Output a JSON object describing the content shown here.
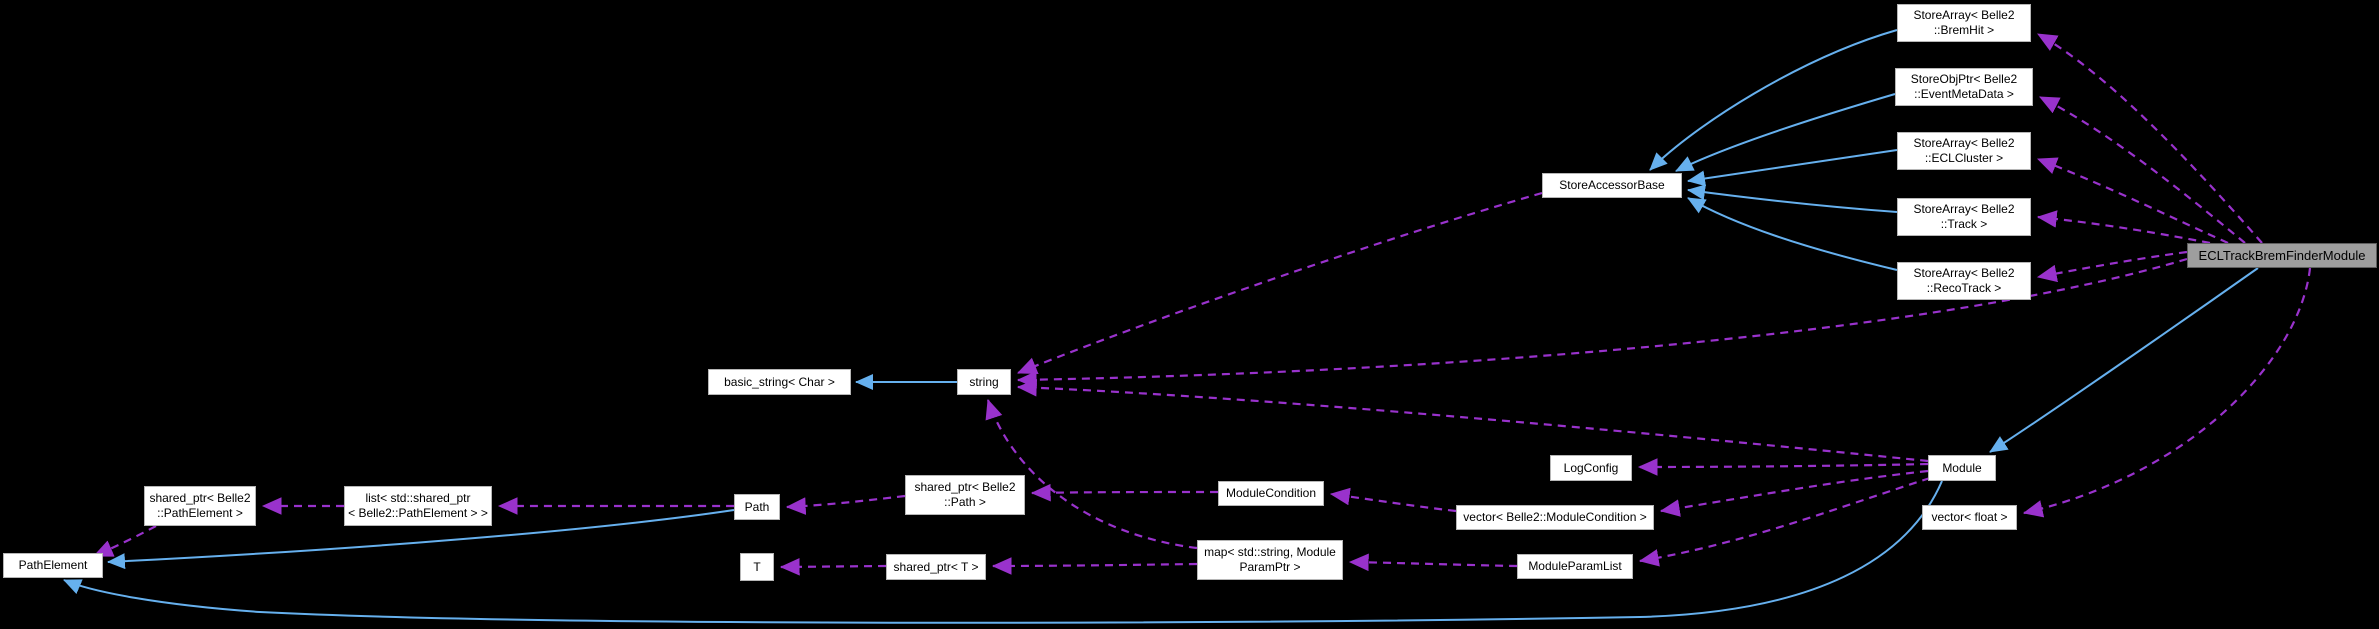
{
  "diagram": {
    "type": "doxygen-collaboration-graph",
    "main_class": "ECLTrackBremFinderModule",
    "colors": {
      "background": "#000000",
      "node_fill": "#ffffff",
      "node_border": "#b6b6b6",
      "main_node_fill": "#9e9e9e",
      "main_node_border": "#5f5f5f",
      "node_text": "#000000",
      "inheritance_edge": "#66b0ee",
      "usage_edge": "#9932cc"
    },
    "nodes": [
      {
        "id": "storearray-bremhit",
        "label": "StoreArray< Belle2\n::BremHit >"
      },
      {
        "id": "storeobjptr-eventmetadata",
        "label": "StoreObjPtr< Belle2\n::EventMetaData >"
      },
      {
        "id": "storearray-eclcluster",
        "label": "StoreArray< Belle2\n::ECLCluster >"
      },
      {
        "id": "storearray-track",
        "label": "StoreArray< Belle2\n::Track >"
      },
      {
        "id": "storearray-recotrack",
        "label": "StoreArray< Belle2\n::RecoTrack >"
      },
      {
        "id": "ecltrackbremfindermodule",
        "label": "ECLTrackBremFinderModule"
      },
      {
        "id": "storeaccessorbase",
        "label": "StoreAccessorBase"
      },
      {
        "id": "basic-string-char",
        "label": "basic_string< Char >"
      },
      {
        "id": "string",
        "label": "string"
      },
      {
        "id": "module",
        "label": "Module"
      },
      {
        "id": "vector-float",
        "label": "vector< float >"
      },
      {
        "id": "logconfig",
        "label": "LogConfig"
      },
      {
        "id": "vector-modulecondition",
        "label": "vector< Belle2::ModuleCondition >"
      },
      {
        "id": "moduleparamlist",
        "label": "ModuleParamList"
      },
      {
        "id": "modulecondition",
        "label": "ModuleCondition"
      },
      {
        "id": "map-string-moduleparamptr",
        "label": "map< std::string, Module\nParamPtr >"
      },
      {
        "id": "shared-ptr-belle2-path",
        "label": "shared_ptr< Belle2\n::Path >"
      },
      {
        "id": "path",
        "label": "Path"
      },
      {
        "id": "t",
        "label": "T"
      },
      {
        "id": "shared-ptr-t",
        "label": "shared_ptr< T >"
      },
      {
        "id": "pathelement",
        "label": "PathElement"
      },
      {
        "id": "shared-ptr-belle2-pathelement",
        "label": "shared_ptr< Belle2\n::PathElement >"
      },
      {
        "id": "list-shared-ptr-pathelement",
        "label": "list< std::shared_ptr\n< Belle2::PathElement > >"
      }
    ],
    "edges": [
      {
        "from": "storearray-bremhit",
        "to": "storeaccessorbase",
        "type": "inheritance"
      },
      {
        "from": "storeobjptr-eventmetadata",
        "to": "storeaccessorbase",
        "type": "inheritance"
      },
      {
        "from": "storearray-eclcluster",
        "to": "storeaccessorbase",
        "type": "inheritance"
      },
      {
        "from": "storearray-track",
        "to": "storeaccessorbase",
        "type": "inheritance"
      },
      {
        "from": "storearray-recotrack",
        "to": "storeaccessorbase",
        "type": "inheritance"
      },
      {
        "from": "string",
        "to": "basic-string-char",
        "type": "inheritance"
      },
      {
        "from": "ecltrackbremfindermodule",
        "to": "module",
        "type": "inheritance"
      },
      {
        "from": "path",
        "to": "pathelement",
        "type": "inheritance"
      },
      {
        "from": "module",
        "to": "pathelement",
        "type": "inheritance"
      },
      {
        "from": "ecltrackbremfindermodule",
        "to": "storearray-bremhit",
        "type": "usage"
      },
      {
        "from": "ecltrackbremfindermodule",
        "to": "storeobjptr-eventmetadata",
        "type": "usage"
      },
      {
        "from": "ecltrackbremfindermodule",
        "to": "storearray-eclcluster",
        "type": "usage"
      },
      {
        "from": "ecltrackbremfindermodule",
        "to": "storearray-track",
        "type": "usage"
      },
      {
        "from": "ecltrackbremfindermodule",
        "to": "storearray-recotrack",
        "type": "usage"
      },
      {
        "from": "ecltrackbremfindermodule",
        "to": "string",
        "type": "usage"
      },
      {
        "from": "ecltrackbremfindermodule",
        "to": "vector-float",
        "type": "usage"
      },
      {
        "from": "storeaccessorbase",
        "to": "string",
        "type": "usage"
      },
      {
        "from": "module",
        "to": "string",
        "type": "usage"
      },
      {
        "from": "module",
        "to": "logconfig",
        "type": "usage"
      },
      {
        "from": "module",
        "to": "vector-modulecondition",
        "type": "usage"
      },
      {
        "from": "module",
        "to": "moduleparamlist",
        "type": "usage"
      },
      {
        "from": "vector-modulecondition",
        "to": "modulecondition",
        "type": "usage"
      },
      {
        "from": "modulecondition",
        "to": "shared-ptr-belle2-path",
        "type": "usage"
      },
      {
        "from": "shared-ptr-belle2-path",
        "to": "path",
        "type": "usage"
      },
      {
        "from": "map-string-moduleparamptr",
        "to": "string",
        "type": "usage"
      },
      {
        "from": "map-string-moduleparamptr",
        "to": "shared-ptr-t",
        "type": "usage"
      },
      {
        "from": "shared-ptr-t",
        "to": "t",
        "type": "usage"
      },
      {
        "from": "moduleparamlist",
        "to": "map-string-moduleparamptr",
        "type": "usage"
      },
      {
        "from": "path",
        "to": "list-shared-ptr-pathelement",
        "type": "usage"
      },
      {
        "from": "list-shared-ptr-pathelement",
        "to": "shared-ptr-belle2-pathelement",
        "type": "usage"
      },
      {
        "from": "shared-ptr-belle2-pathelement",
        "to": "pathelement",
        "type": "usage"
      }
    ]
  }
}
